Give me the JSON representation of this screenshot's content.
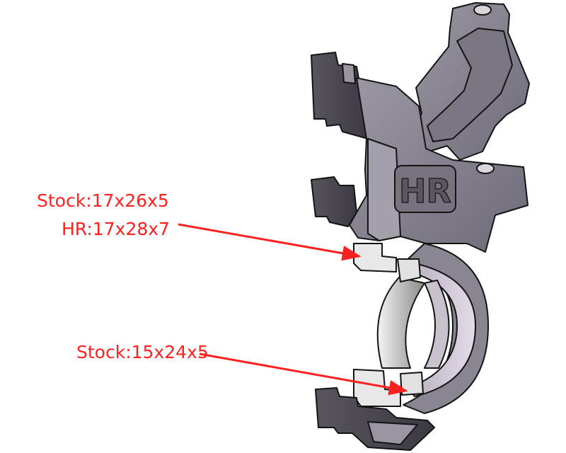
{
  "colors": {
    "label": "#ff2020",
    "arrow": "#ff2020",
    "part_face": "#8a8591",
    "part_dark": "#4c4852",
    "part_light": "#aaa5b0",
    "section_face": "#e6e6e6",
    "bearing": "#d2cbd6",
    "outline": "#141414"
  },
  "labels": {
    "upper_bearing_stock": "Stock:17x26x5",
    "upper_bearing_hr": "HR:17x28x7",
    "lower_bearing_stock": "Stock:15x24x5"
  },
  "logo_text": "HR"
}
